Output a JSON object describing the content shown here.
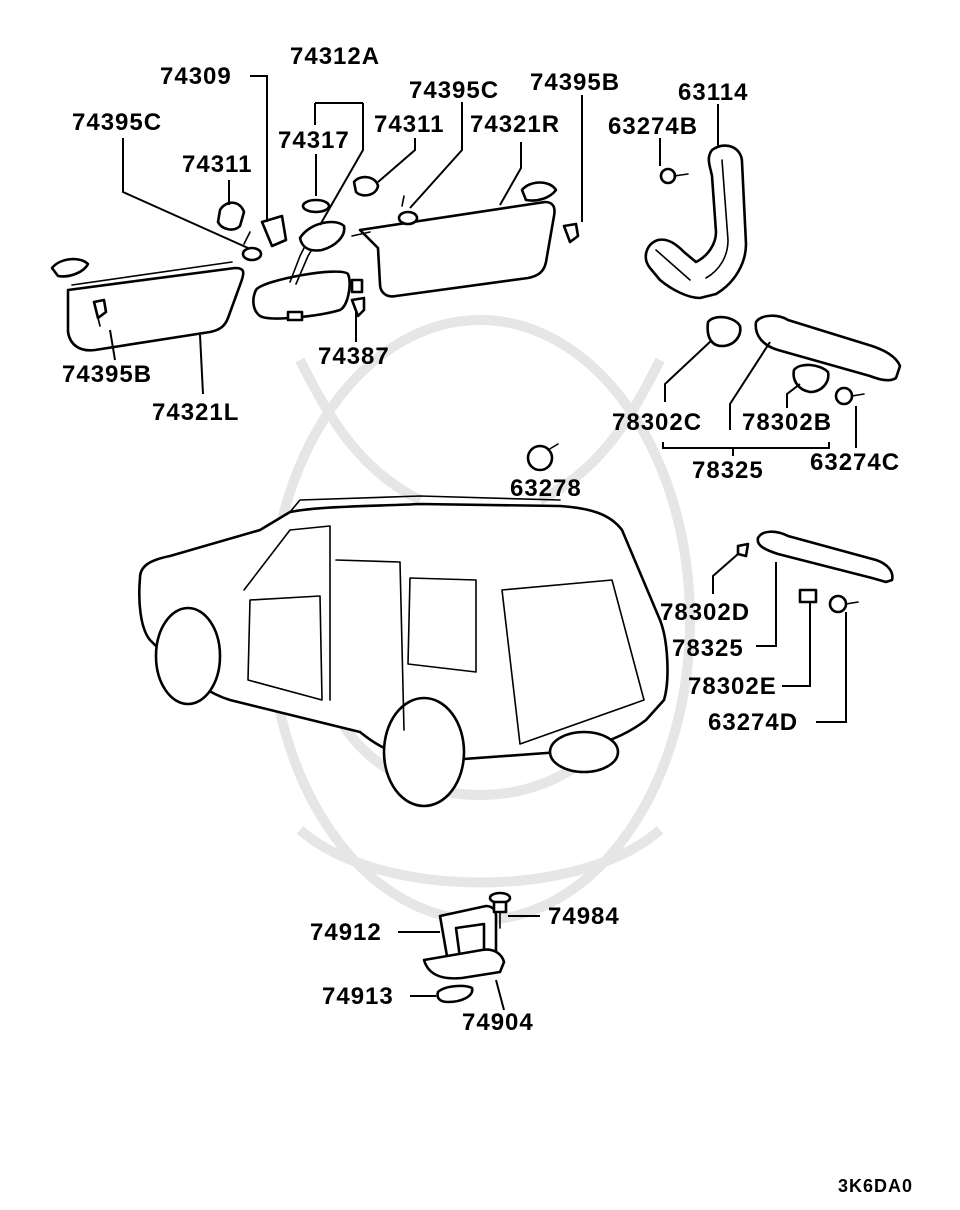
{
  "diagram_code": "3K6DA0",
  "labels": {
    "p74312A": "74312A",
    "p74309": "74309",
    "p74395C_left": "74395C",
    "p74395C_right": "74395C",
    "p74395B_top": "74395B",
    "p63114": "63114",
    "p74317": "74317",
    "p74311_left": "74311",
    "p74311_right": "74311",
    "p74321R": "74321R",
    "p63274B": "63274B",
    "p74395B_left": "74395B",
    "p74321L": "74321L",
    "p74387": "74387",
    "p78302C": "78302C",
    "p78302B": "78302B",
    "p78325_top": "78325",
    "p63274C": "63274C",
    "p63278": "63278",
    "p78302D": "78302D",
    "p78325_bottom": "78325",
    "p78302E": "78302E",
    "p63274D": "63274D",
    "p74912": "74912",
    "p74984": "74984",
    "p74913": "74913",
    "p74904": "74904"
  }
}
